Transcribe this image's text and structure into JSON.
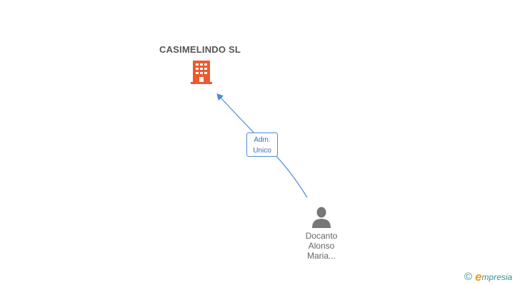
{
  "company": {
    "name": "CASIMELINDO SL",
    "icon": "building-icon",
    "color": "#f0592b"
  },
  "relation": {
    "label_line1": "Adm.",
    "label_line2": "Unico",
    "color": "#4a8ad6"
  },
  "person": {
    "icon": "person-icon",
    "name_line1": "Docanto",
    "name_line2": "Alonso",
    "name_line3": "Maria..."
  },
  "brand": {
    "copyright": "©",
    "initial": "e",
    "rest": "mpresia"
  }
}
